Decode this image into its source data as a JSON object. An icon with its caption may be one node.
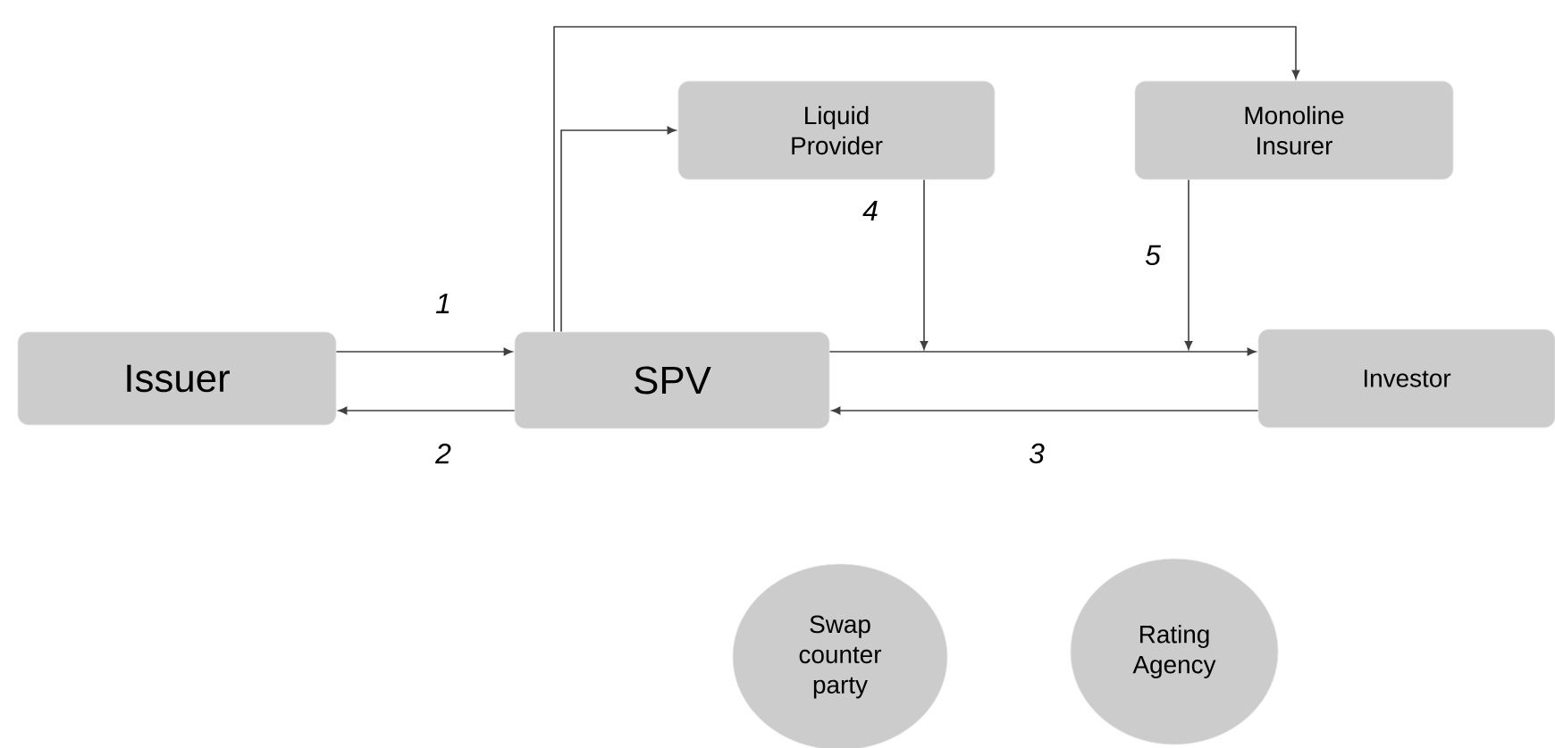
{
  "diagram": {
    "nodes": [
      {
        "text": [
          "Issuer"
        ]
      },
      {
        "text": [
          "SPV"
        ]
      },
      {
        "text": [
          "Liquid Provider"
        ]
      },
      {
        "text": [
          "Monoline Insurer"
        ]
      },
      {
        "text": [
          "Investor"
        ]
      },
      {
        "text": [
          "Swap counter party"
        ]
      },
      {
        "text": [
          "Rating Agency"
        ]
      }
    ],
    "edges": [
      {
        "from": 0,
        "to": 1,
        "arrow": "to",
        "label": "1"
      },
      {
        "from": 1,
        "to": 0,
        "arrow": "to",
        "label": "2"
      },
      {
        "from": 4,
        "to": 1,
        "arrow": "to",
        "label": "3"
      },
      {
        "from": 1,
        "to": 4,
        "arrow": "to"
      },
      {
        "from": 2,
        "to": null,
        "arrow": "to",
        "label": "4"
      },
      {
        "from": 3,
        "to": null,
        "arrow": "to",
        "label": "5"
      },
      {
        "from": 1,
        "to": 2,
        "arrow": "to"
      },
      {
        "from": 1,
        "to": 3,
        "arrow": "to"
      }
    ]
  }
}
